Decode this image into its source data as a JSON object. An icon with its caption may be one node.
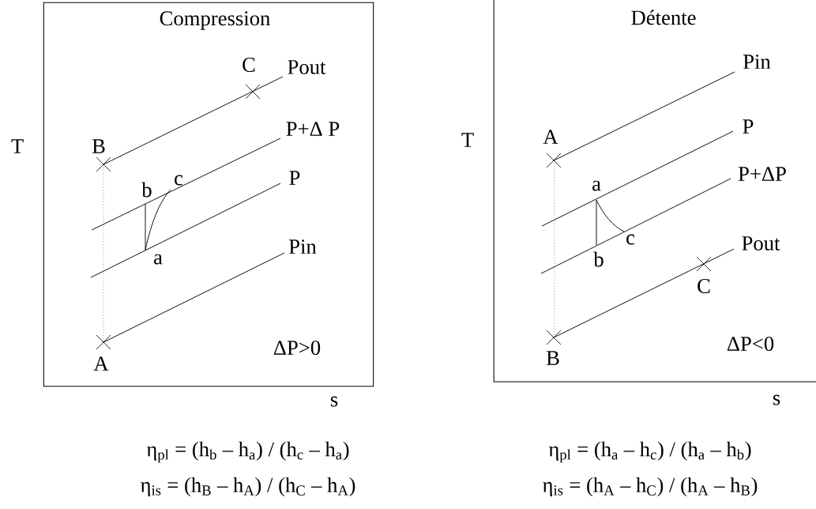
{
  "diagram": {
    "nodes": [
      {
        "text": [
          "Compression"
        ]
      },
      {
        "text": [
          "Détente"
        ]
      }
    ],
    "labels": [
      "T",
      "C",
      "Pout",
      "B",
      "P+Δ P",
      "b",
      "c",
      "P",
      "a",
      "Pin",
      "ΔP>0",
      "A",
      "s",
      "T",
      "A",
      "Pin",
      "P",
      "a",
      "P+ΔP",
      "c",
      "b",
      "Pout",
      "C",
      "B",
      "ΔP<0",
      "s",
      "η$_{pl}$ = (h$_{b}$ – h$_{a}$) / (h$_{c}$ – h$_{a}$)",
      "η$_{pl}$ = (h$_{a}$ – h$_{c}$) / (h$_{a}$ – h$_{b}$)",
      "η$_{is}$ = (h$_{B}$ – h$_{A}$) / (h$_{C}$ – h$_{A}$)",
      "η$_{is}$ = (h$_{A}$ – h$_{C}$) / (h$_{A}$ – h$_{B}$)"
    ]
  }
}
